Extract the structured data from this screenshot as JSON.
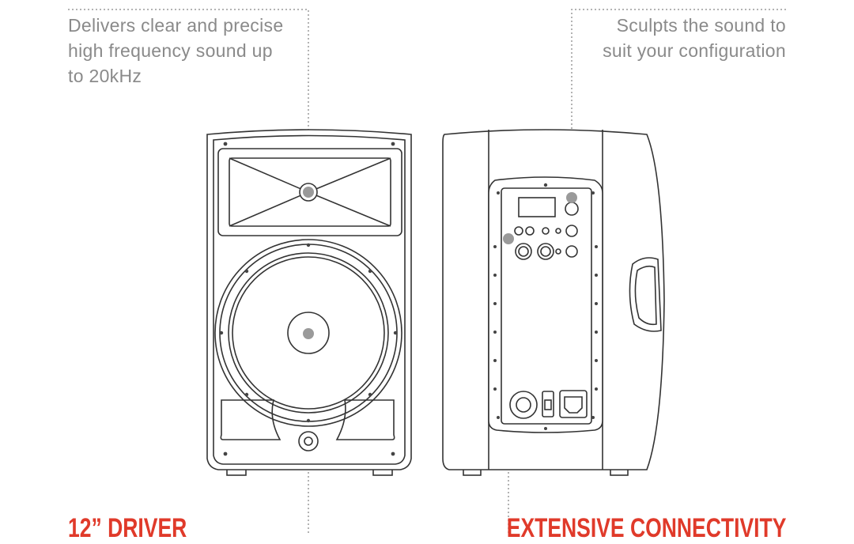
{
  "callouts": {
    "left_description": [
      "Delivers clear and precise",
      "high frequency sound up",
      "to 20kHz"
    ],
    "right_description": [
      "Sculpts the sound to",
      "suit your configuration"
    ]
  },
  "headings": {
    "left": "12” DRIVER",
    "right": "EXTENSIVE CONNECTIVITY"
  },
  "colors": {
    "heading": "#e03a2a",
    "description": "#8a8a8a",
    "line_art": "#333333",
    "callout_dot": "#9a9a9a",
    "leader_line": "#9a9a9a"
  }
}
